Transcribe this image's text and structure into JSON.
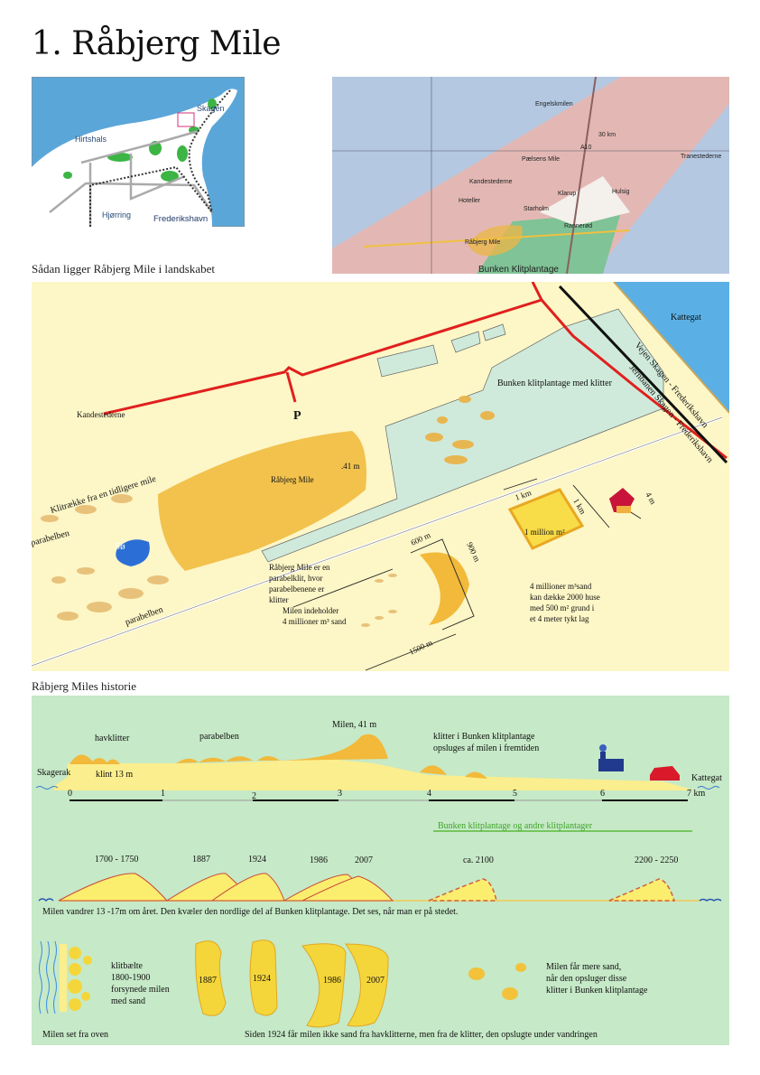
{
  "title": "1. Råbjerg Mile",
  "overview_map": {
    "labels": [
      "Skagen",
      "Hirtshals",
      "Hjørring",
      "Frederikshavn"
    ]
  },
  "topo_map": {
    "labels": [
      "Engelskmilen",
      "Pælsens Mile",
      "Kandestederne",
      "Hoteller",
      "Klarup",
      "Hulsig",
      "Starholm",
      "Rannerød",
      "Råbjerg Mile",
      "Bunken Klitplantage",
      "Tranestederne",
      "30 km",
      "A10"
    ]
  },
  "captions": {
    "landscape": "Sådan ligger Råbjerg Mile i landskabet",
    "history": "Råbjerg Miles historie"
  },
  "landscape": {
    "kattegat": "Kattegat",
    "road": "Vejen Skagen - Frederikshavn",
    "railway": "Jernbanen Skagen - Frederikshavn",
    "forest": "Bunken klitplantage med klitter",
    "kandestederne": "Kandestederne",
    "parking": "P",
    "mile": "Råbjerg Mile",
    "height": ".41 m",
    "earlier_row": "Klitrække fra en tidligere mile",
    "parabelben_top": "parabelben",
    "parabelben_bottom": "parabelben",
    "lake": "Sø",
    "description": [
      "Råbjerg Mile er en",
      "parabelklit, hvor",
      "parabelbenene er",
      "klitter"
    ],
    "contains": [
      "Milen indeholder",
      "4 millioner m³ sand"
    ],
    "dim_600": "600 m",
    "dim_900": "900 m",
    "dim_1500": "1500 m",
    "dim_1km_a": "1 km",
    "dim_1km_b": "1 km",
    "dim_4m": "4 m",
    "million": "1 million m²",
    "houses": [
      "4 millioner m³sand",
      "kan dække 2000 huse",
      "med 500 m² grund i",
      "et 4 meter tykt lag"
    ]
  },
  "history": {
    "profile": {
      "havklitter": "havklitter",
      "parabelben": "parabelben",
      "milen": "Milen, 41 m",
      "klitter": [
        "klitter i Bunken klitplantage",
        "opsluges af milen i fremtiden"
      ],
      "skagerak": "Skagerak",
      "klint": "klint 13 m",
      "kattegat": "Kattegat",
      "scale": [
        "0",
        "1",
        "2",
        "3",
        "4",
        "5",
        "6",
        "7 km"
      ],
      "plantation": "Bunken klitplantage og andre klitplantager"
    },
    "timeline": {
      "years": [
        "1700 - 1750",
        "1887",
        "1924",
        "1986",
        "2007",
        "ca. 2100",
        "2200 - 2250"
      ],
      "caption": "Milen vandrer 13 -17m om året. Den kvæler den nordlige del af Bunken klitplantage. Det ses, når man er på stedet."
    },
    "topview": {
      "klitbaelte": [
        "klitbælte",
        "1800-1900",
        "forsynede milen",
        "med sand"
      ],
      "shapes": [
        "1887",
        "1924",
        "1986",
        "2007"
      ],
      "more_sand": [
        "Milen får mere sand,",
        "når den opsluger disse",
        "klitter i Bunken klitplantage"
      ],
      "caption_left": "Milen set fra oven",
      "caption_right": "Siden 1924 får milen ikke sand fra havklitterne, men fra de klitter, den opslugte under vandringen"
    }
  },
  "colors": {
    "sea": "#5aa7dc",
    "sand": "#fdf6c6",
    "dune": "#f2b93a",
    "forest": "#cfeadb",
    "road": "#e0201e",
    "history_bg": "#c6e9c7"
  }
}
